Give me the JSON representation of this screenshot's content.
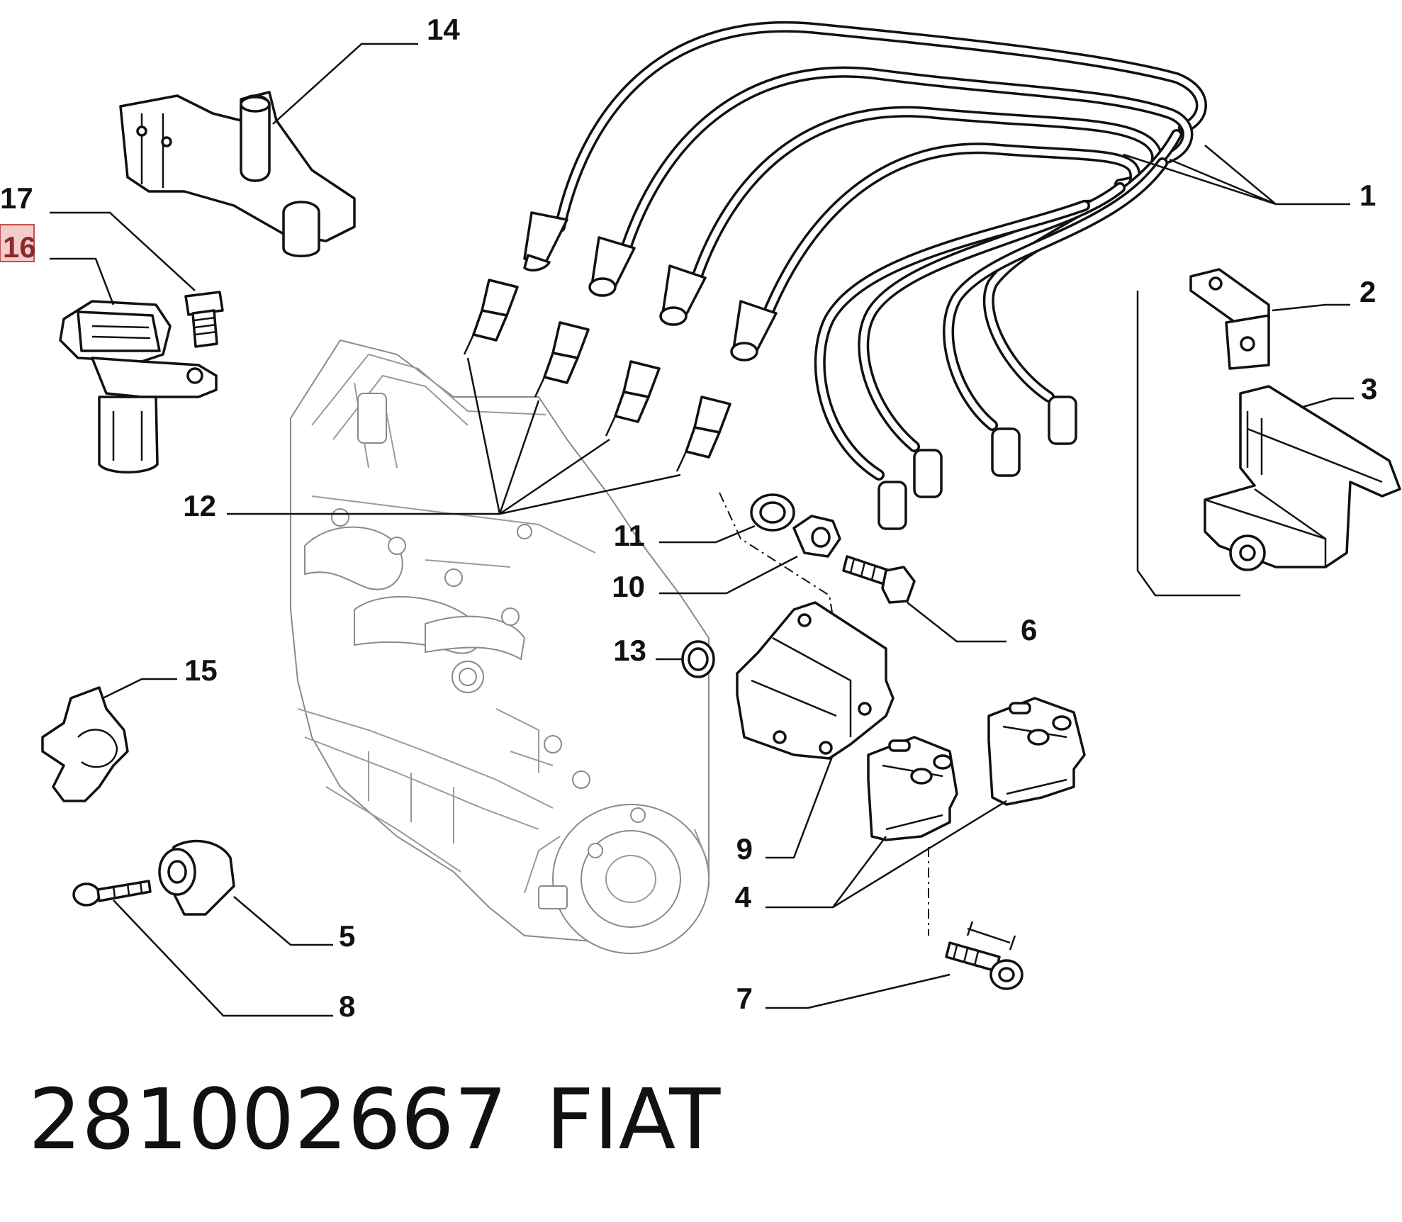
{
  "callouts": {
    "c1": "1",
    "c2": "2",
    "c3": "3",
    "c4": "4",
    "c5": "5",
    "c6": "6",
    "c7": "7",
    "c8": "8",
    "c9": "9",
    "c10": "10",
    "c11": "11",
    "c12": "12",
    "c13": "13",
    "c14": "14",
    "c15": "15",
    "c16": "16",
    "c17": "17"
  },
  "footer": {
    "part_number": "281002667",
    "brand": "FIAT"
  },
  "colors": {
    "highlight_box": "#f4cccc",
    "highlight_border": "#c0504d"
  }
}
